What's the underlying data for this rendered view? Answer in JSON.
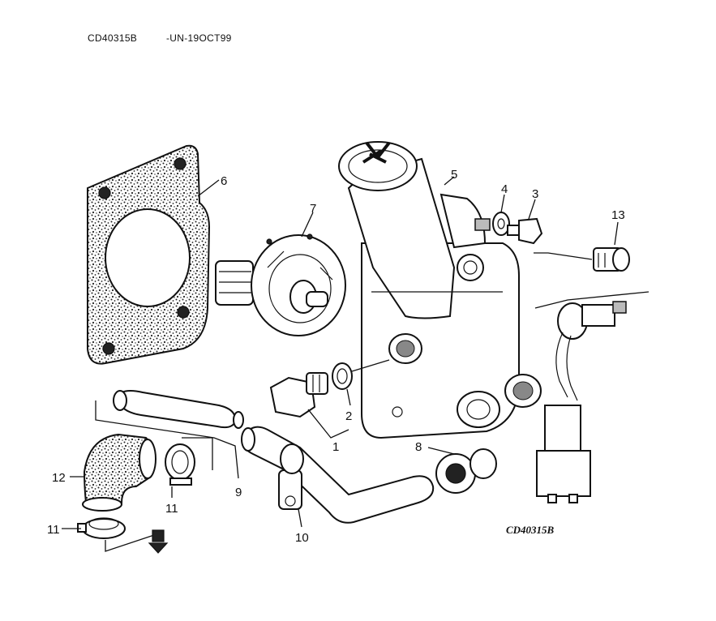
{
  "header": {
    "code": "CD40315B",
    "date": "-UN-19OCT99"
  },
  "stamp": "CD40315B",
  "callouts": [
    "1",
    "2",
    "3",
    "4",
    "5",
    "6",
    "7",
    "8",
    "9",
    "10",
    "11",
    "11",
    "12",
    "13"
  ]
}
